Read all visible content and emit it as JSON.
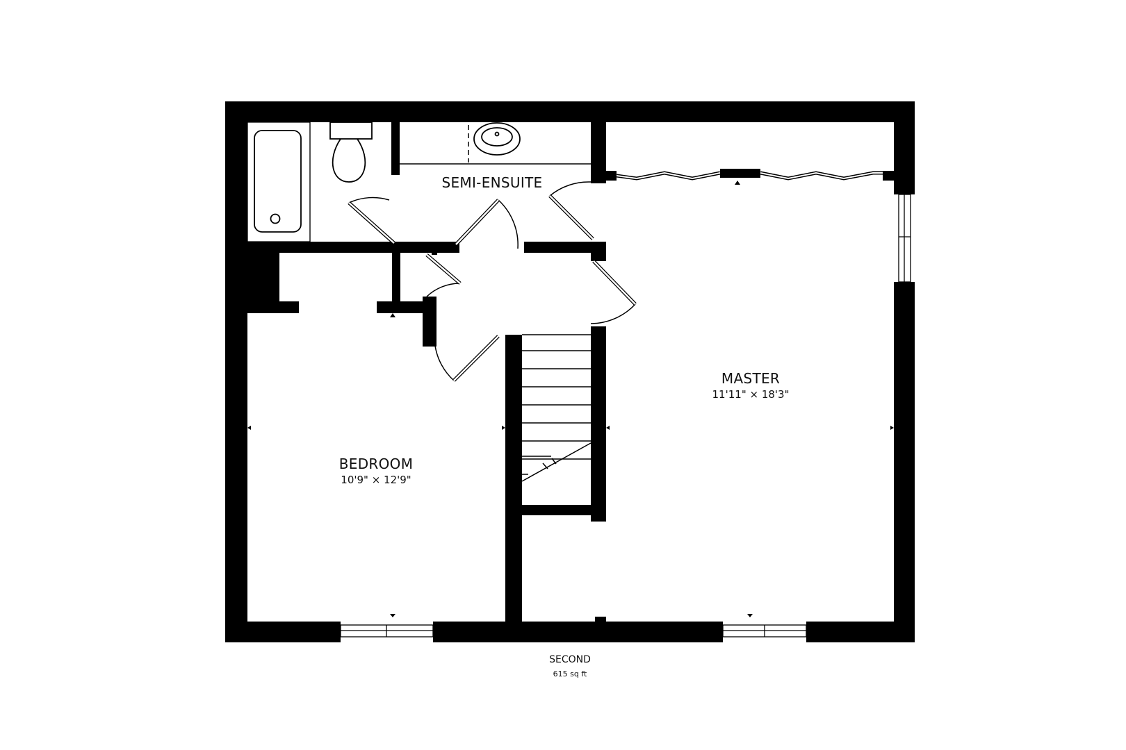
{
  "floor": {
    "name": "SECOND",
    "area": "615 sq ft"
  },
  "rooms": [
    {
      "id": "semi-ensuite",
      "name": "SEMI-ENSUITE",
      "dimensions": ""
    },
    {
      "id": "master",
      "name": "MASTER",
      "dimensions": "11'11\" × 18'3\""
    },
    {
      "id": "bedroom",
      "name": "BEDROOM",
      "dimensions": "10'9\" × 12'9\""
    }
  ],
  "fixtures": [
    "bathtub",
    "toilet",
    "sink-vanity",
    "stairs",
    "folding-closet-doors",
    "windows"
  ],
  "colors": {
    "wall": "#000000",
    "background": "#ffffff",
    "text": "#111111"
  }
}
